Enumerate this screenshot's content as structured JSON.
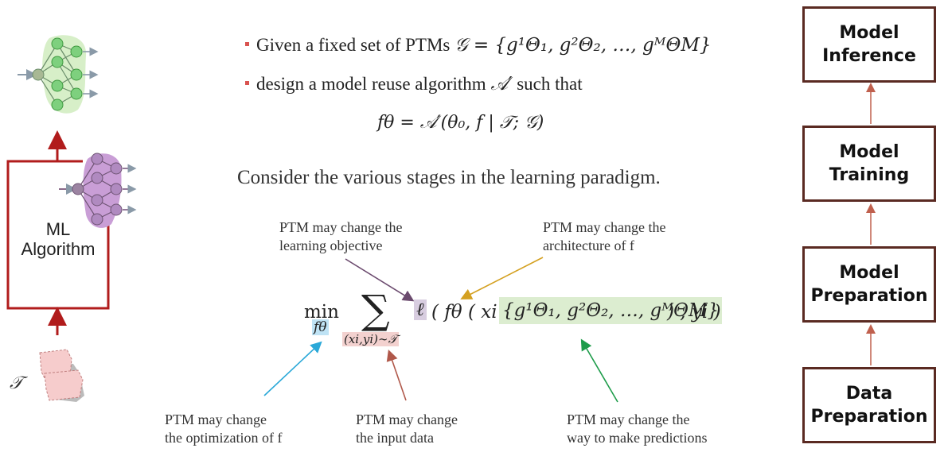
{
  "bullets": [
    {
      "text": "Given a fixed set of PTMs",
      "math": "𝒢 = {g¹Θ₁, g²Θ₂, …, gᴹΘM}"
    },
    {
      "text": "design a model reuse algorithm",
      "math": "𝒜′",
      "suffix": "such that"
    }
  ],
  "formula": "fθ = 𝒜′(θ₀, f | 𝒯; 𝒢)",
  "heading": "Consider the various stages in the learning paradigm.",
  "annotations": {
    "objective": "PTM may change the\nlearning objective",
    "architecture": "PTM may change the\narchitecture of f",
    "optimization": "PTM may change\nthe optimization of f",
    "input": "PTM may change\nthe input data",
    "predictions": "PTM may change the\nway to make predictions"
  },
  "equation": {
    "min": "min",
    "min_sub": "fθ",
    "sum_sub": "(xi,yi)∼𝒯",
    "loss": "ℓ",
    "body_start": "( fθ ( xi |",
    "set": "{g¹Θ₁, g²Θ₂, …, gᴹΘM}",
    "body_end": ") , yi )"
  },
  "left": {
    "algorithm_label": "ML\nAlgorithm",
    "dataset_symbol": "𝒯"
  },
  "stages": [
    "Model\nInference",
    "Model\nTraining",
    "Model\nPreparation",
    "Data\nPreparation"
  ],
  "colors": {
    "bullet": "#d9534f",
    "stage_border": "#5a2a22",
    "stage_arrow": "#c0604e",
    "algorithm_red": "#b11c1c",
    "arrow_purple": "#6b4a6e",
    "arrow_gold": "#d4a020",
    "arrow_blue": "#2aa8d8",
    "arrow_brown": "#b0584a",
    "arrow_green": "#1e9c4a"
  }
}
